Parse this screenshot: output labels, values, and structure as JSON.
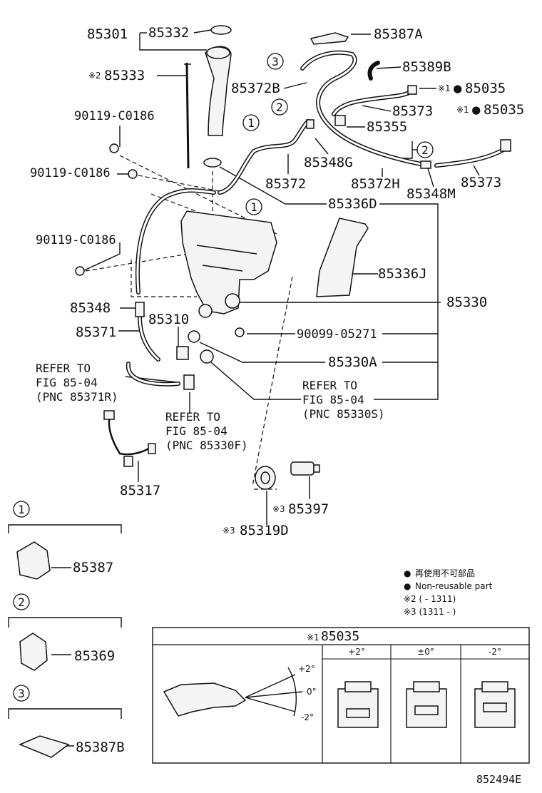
{
  "labels": {
    "p85301": "85301",
    "p85332": "85332",
    "p85387A": "85387A",
    "p85333": "85333",
    "p85389B": "85389B",
    "p85372B": "85372B",
    "p85035a": "85035",
    "p85373a": "85373",
    "p85035b": "85035",
    "p90119a": "90119-C0186",
    "p85355": "85355",
    "p90119b": "90119-C0186",
    "p85348G": "85348G",
    "p85372": "85372",
    "p85372H": "85372H",
    "p85348M": "85348M",
    "p85373b": "85373",
    "p85336D": "85336D",
    "p90119c": "90119-C0186",
    "p85336J": "85336J",
    "p85348": "85348",
    "p85330": "85330",
    "p85310": "85310",
    "p85371": "85371",
    "p90099": "90099-05271",
    "p85330A": "85330A",
    "p85317": "85317",
    "p85397": "85397",
    "p85319D": "85319D",
    "p85387": "85387",
    "p85369": "85369",
    "p85387B": "85387B",
    "box85035": "85035"
  },
  "marks": {
    "x1": "※1",
    "x2": "※2",
    "x3": "※3",
    "dot": "●"
  },
  "circle_numbers": {
    "one": "1",
    "two": "2",
    "three": "3"
  },
  "refer": {
    "r1": [
      "REFER TO",
      "FIG 85-04",
      "(PNC 85371R)"
    ],
    "r2": [
      "REFER TO",
      "FIG 85-04",
      "(PNC 85330F)"
    ],
    "r3": [
      "REFER TO",
      "FIG 85-04",
      "(PNC 85330S)"
    ]
  },
  "legend": {
    "ja": "再使用不可部品",
    "en": "Non-reusable part",
    "note2": "※2 (       - 1311)",
    "note3": "※3 (1311 -       )"
  },
  "aim_box": {
    "headers": [
      "+2°",
      "±0°",
      "-2°"
    ],
    "angles": [
      "+2°",
      "0°",
      "-2°"
    ]
  },
  "figure_code": "852494E"
}
